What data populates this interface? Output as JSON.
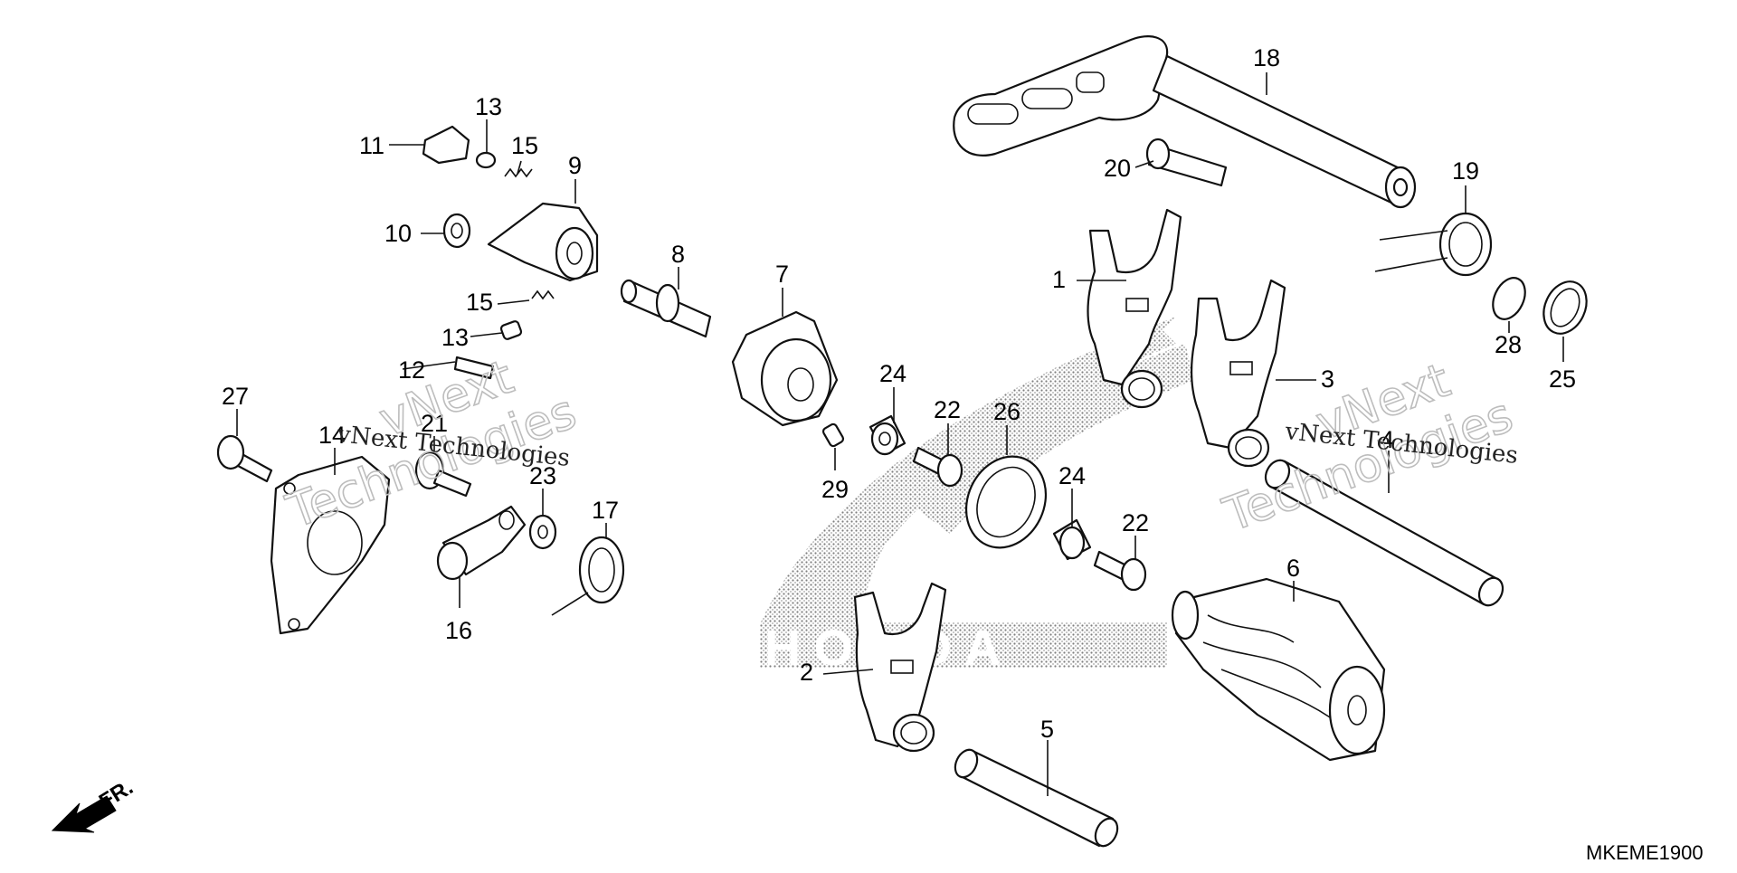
{
  "callouts": [
    {
      "id": "1",
      "text": "1"
    },
    {
      "id": "2",
      "text": "2"
    },
    {
      "id": "3",
      "text": "3"
    },
    {
      "id": "4",
      "text": "4"
    },
    {
      "id": "5",
      "text": "5"
    },
    {
      "id": "6",
      "text": "6"
    },
    {
      "id": "7",
      "text": "7"
    },
    {
      "id": "8",
      "text": "8"
    },
    {
      "id": "9",
      "text": "9"
    },
    {
      "id": "10",
      "text": "10"
    },
    {
      "id": "11",
      "text": "11"
    },
    {
      "id": "12",
      "text": "12"
    },
    {
      "id": "13a",
      "text": "13"
    },
    {
      "id": "13b",
      "text": "13"
    },
    {
      "id": "14",
      "text": "14"
    },
    {
      "id": "15a",
      "text": "15"
    },
    {
      "id": "15b",
      "text": "15"
    },
    {
      "id": "16",
      "text": "16"
    },
    {
      "id": "17",
      "text": "17"
    },
    {
      "id": "18",
      "text": "18"
    },
    {
      "id": "19",
      "text": "19"
    },
    {
      "id": "20",
      "text": "20"
    },
    {
      "id": "21",
      "text": "21"
    },
    {
      "id": "22a",
      "text": "22"
    },
    {
      "id": "22b",
      "text": "22"
    },
    {
      "id": "23",
      "text": "23"
    },
    {
      "id": "24a",
      "text": "24"
    },
    {
      "id": "24b",
      "text": "24"
    },
    {
      "id": "25",
      "text": "25"
    },
    {
      "id": "26",
      "text": "26"
    },
    {
      "id": "27",
      "text": "27"
    },
    {
      "id": "28",
      "text": "28"
    },
    {
      "id": "29",
      "text": "29"
    }
  ],
  "watermark": {
    "line1": "vNext",
    "line2": "Technologies",
    "inline": "vNext Technologies"
  },
  "front_arrow_label": "FR.",
  "diagram_code": "MKEME1900",
  "background_logo_text": "HONDA"
}
